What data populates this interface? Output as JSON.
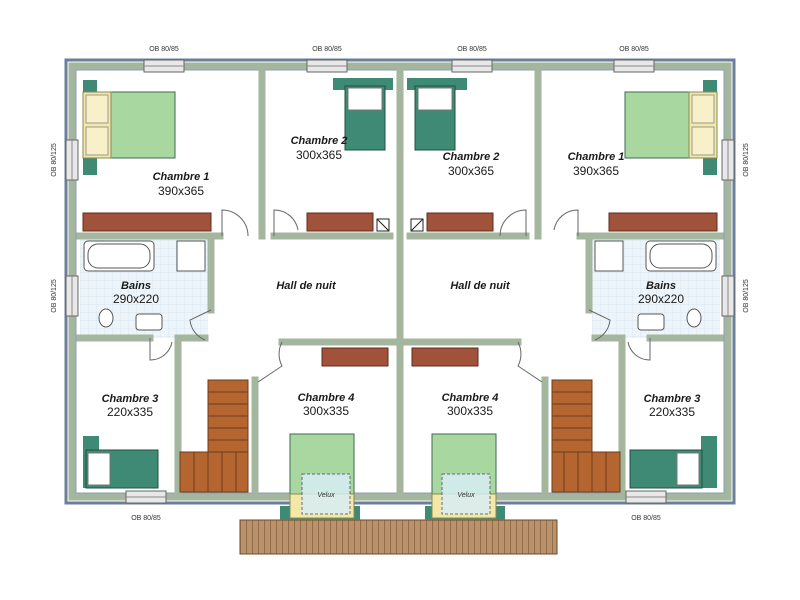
{
  "plan": {
    "left": {
      "chambre1": {
        "name": "Chambre 1",
        "dim": "390x365"
      },
      "chambre2": {
        "name": "Chambre 2",
        "dim": "300x365"
      },
      "bains": {
        "name": "Bains",
        "dim": "290x220"
      },
      "hall": "Hall de nuit",
      "chambre3": {
        "name": "Chambre 3",
        "dim": "220x335"
      },
      "chambre4": {
        "name": "Chambre 4",
        "dim": "300x335"
      },
      "velux": "Velux"
    },
    "right": {
      "chambre1": {
        "name": "Chambre 1",
        "dim": "390x365"
      },
      "chambre2": {
        "name": "Chambre 2",
        "dim": "300x365"
      },
      "bains": {
        "name": "Bains",
        "dim": "290x220"
      },
      "hall": "Hall de nuit",
      "chambre3": {
        "name": "Chambre 3",
        "dim": "220x335"
      },
      "chambre4": {
        "name": "Chambre 4",
        "dim": "300x335"
      },
      "velux": "Velux"
    },
    "windows": {
      "top1": "OB 80/85",
      "top2": "OB 80/85",
      "top3": "OB 80/85",
      "top4": "OB 80/85",
      "left1": "OB 80/125",
      "left2": "OB 80/125",
      "right1": "OB 80/125",
      "right2": "OB 80/125",
      "bottom1": "OB 80/85",
      "bottom2": "OB 80/85"
    }
  }
}
